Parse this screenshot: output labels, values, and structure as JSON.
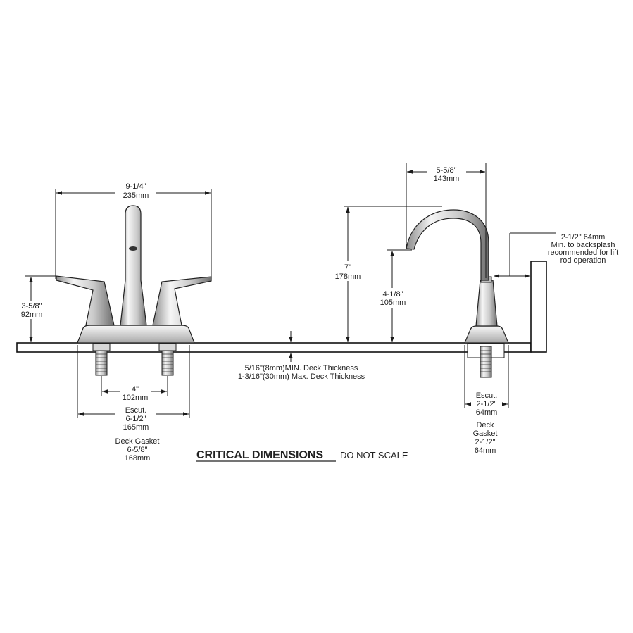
{
  "colors": {
    "line": "#1a1a1a",
    "chrome_light": "#f4f4f4",
    "chrome_mid": "#bdbdbd",
    "chrome_dark": "#6d6d6d"
  },
  "icons": {
    "arrow": "dimension-arrow-icon"
  },
  "left_faucet": {
    "width": {
      "imperial": "9-1/4\"",
      "metric": "235mm"
    },
    "handle_height": {
      "imperial": "3-5/8\"",
      "metric": "92mm"
    },
    "centers": {
      "imperial": "4\"",
      "metric": "102mm"
    },
    "escutcheon": {
      "label": "Escut.",
      "imperial": "6-1/2\"",
      "metric": "165mm"
    },
    "deck_gasket": {
      "label": "Deck Gasket",
      "imperial": "6-5/8\"",
      "metric": "168mm"
    }
  },
  "deck": {
    "thickness_min": "5/16\"(8mm)MIN. Deck Thickness",
    "thickness_max": "1-3/16\"(30mm) Max. Deck Thickness"
  },
  "right_faucet": {
    "overall_height": {
      "imperial": "7\"",
      "metric": "178mm"
    },
    "spout_reach": {
      "imperial": "5-5/8\"",
      "metric": "143mm"
    },
    "spout_height": {
      "imperial": "4-1/8\"",
      "metric": "105mm"
    },
    "backsplash": {
      "line1": "2-1/2\" 64mm",
      "line2": "Min. to backsplash",
      "line3": "recommended for lift",
      "line4": "rod operation"
    },
    "escutcheon": {
      "label": "Escut.",
      "imperial": "2-1/2\"",
      "metric": "64mm"
    },
    "deck_gasket": {
      "line1": "Deck",
      "line2": "Gasket",
      "imperial": "2-1/2\"",
      "metric": "64mm"
    }
  },
  "title": {
    "main": "CRITICAL DIMENSIONS",
    "sub": "DO NOT SCALE"
  }
}
